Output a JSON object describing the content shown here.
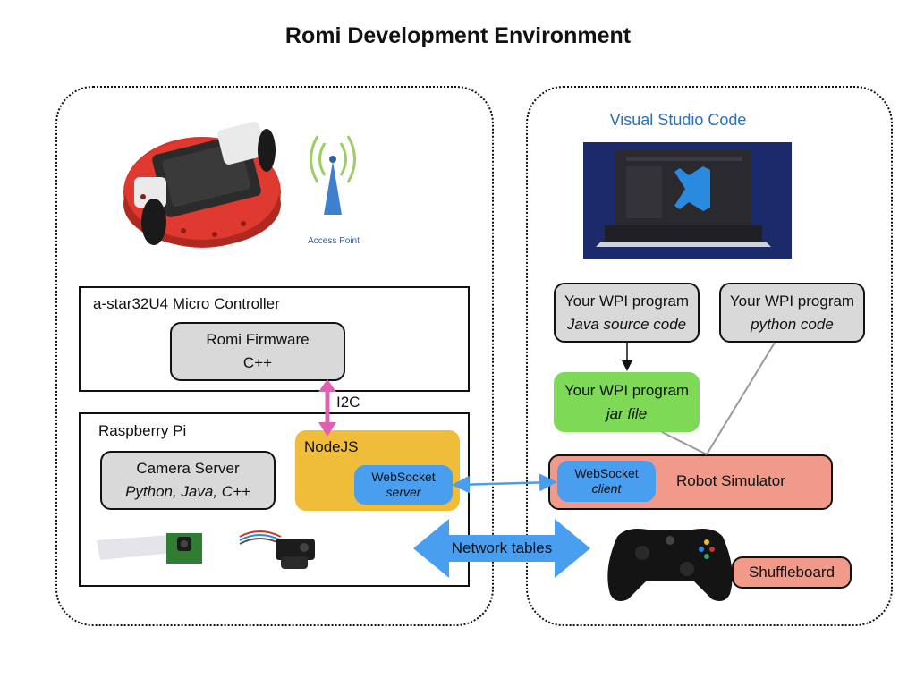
{
  "title": "Romi Development Environment",
  "left_region": {
    "access_point_label": "Access Point",
    "microcontroller": {
      "label": "a-star32U4 Micro Controller",
      "firmware": {
        "line1": "Romi Firmware",
        "line2": "C++"
      }
    },
    "i2c_label": "I2C",
    "raspberry_pi": {
      "label": "Raspberry Pi",
      "camera_server": {
        "line1": "Camera Server",
        "line2": "Python, Java, C++"
      },
      "nodejs": {
        "label": "NodeJS",
        "websocket": {
          "line1": "WebSocket",
          "line2": "server"
        }
      }
    }
  },
  "right_region": {
    "vscode_label": "Visual Studio Code",
    "wpi_java": {
      "line1": "Your WPI program",
      "line2": "Java source code"
    },
    "wpi_python": {
      "line1": "Your WPI program",
      "line2": "python code"
    },
    "wpi_jar": {
      "line1": "Your WPI program",
      "line2": "jar file"
    },
    "robot_simulator": {
      "label": "Robot Simulator",
      "websocket": {
        "line1": "WebSocket",
        "line2": "client"
      }
    },
    "shuffleboard": "Shuffleboard"
  },
  "network_tables_label": "Network tables",
  "colors": {
    "gray_box": "#d9d9d9",
    "green_box": "#7ed957",
    "salmon_box": "#f29a8a",
    "nodejs_yellow": "#f0bd3a",
    "websocket_blue": "#4a9ef0",
    "i2c_pink": "#e060b0",
    "network_blue": "#4a9ef0",
    "vscode_text": "#2f6fb5"
  },
  "icons": [
    "romi-robot-photo",
    "access-point-icon",
    "laptop-vscode-icon",
    "camera-ribbon-photo",
    "camera-module-photo",
    "xbox-controller-icon"
  ]
}
